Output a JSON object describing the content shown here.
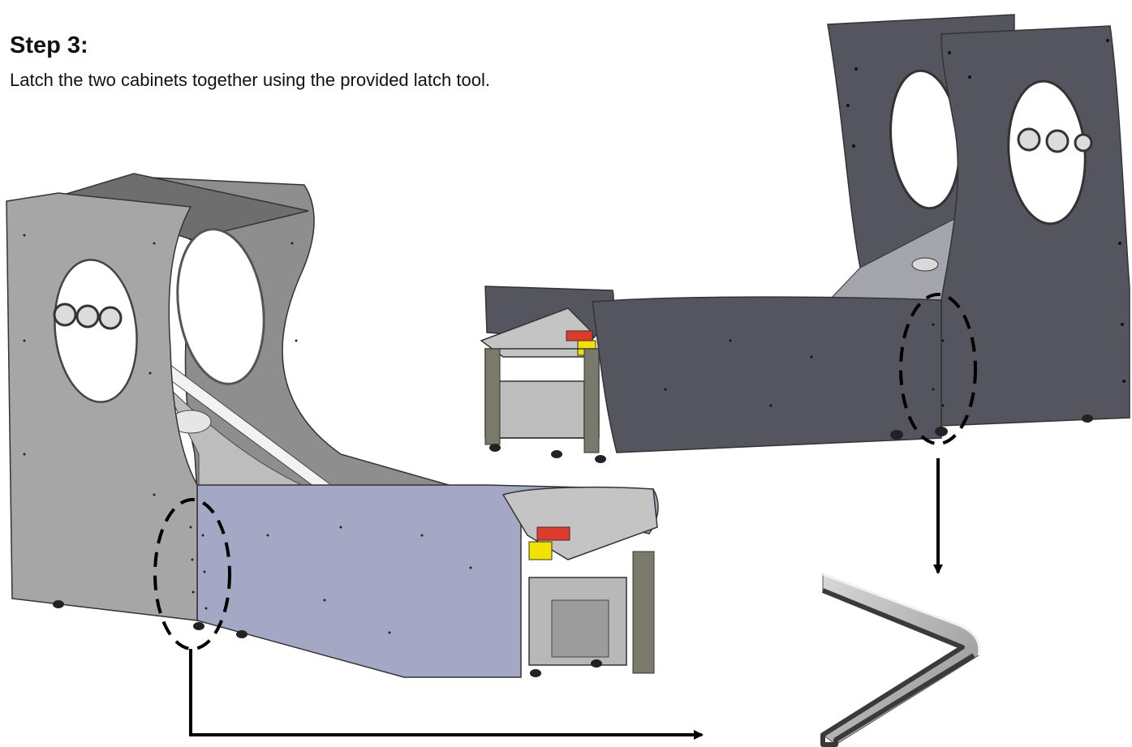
{
  "step": {
    "title": "Step 3:",
    "instruction": "Latch the two cabinets together using the provided latch tool."
  },
  "colors": {
    "left_side_panel": "#a6a6a6",
    "left_front_panel": "#a4a8c4",
    "right_panel": "#55555f",
    "latch_tool": "#aaaaaa",
    "callout": "#000000",
    "accent_red": "#e03b2a",
    "accent_yellow": "#f2e200"
  },
  "icons": [
    "dashed-ellipse-callout",
    "arrow-right",
    "arrow-down",
    "latch-tool-icon"
  ]
}
